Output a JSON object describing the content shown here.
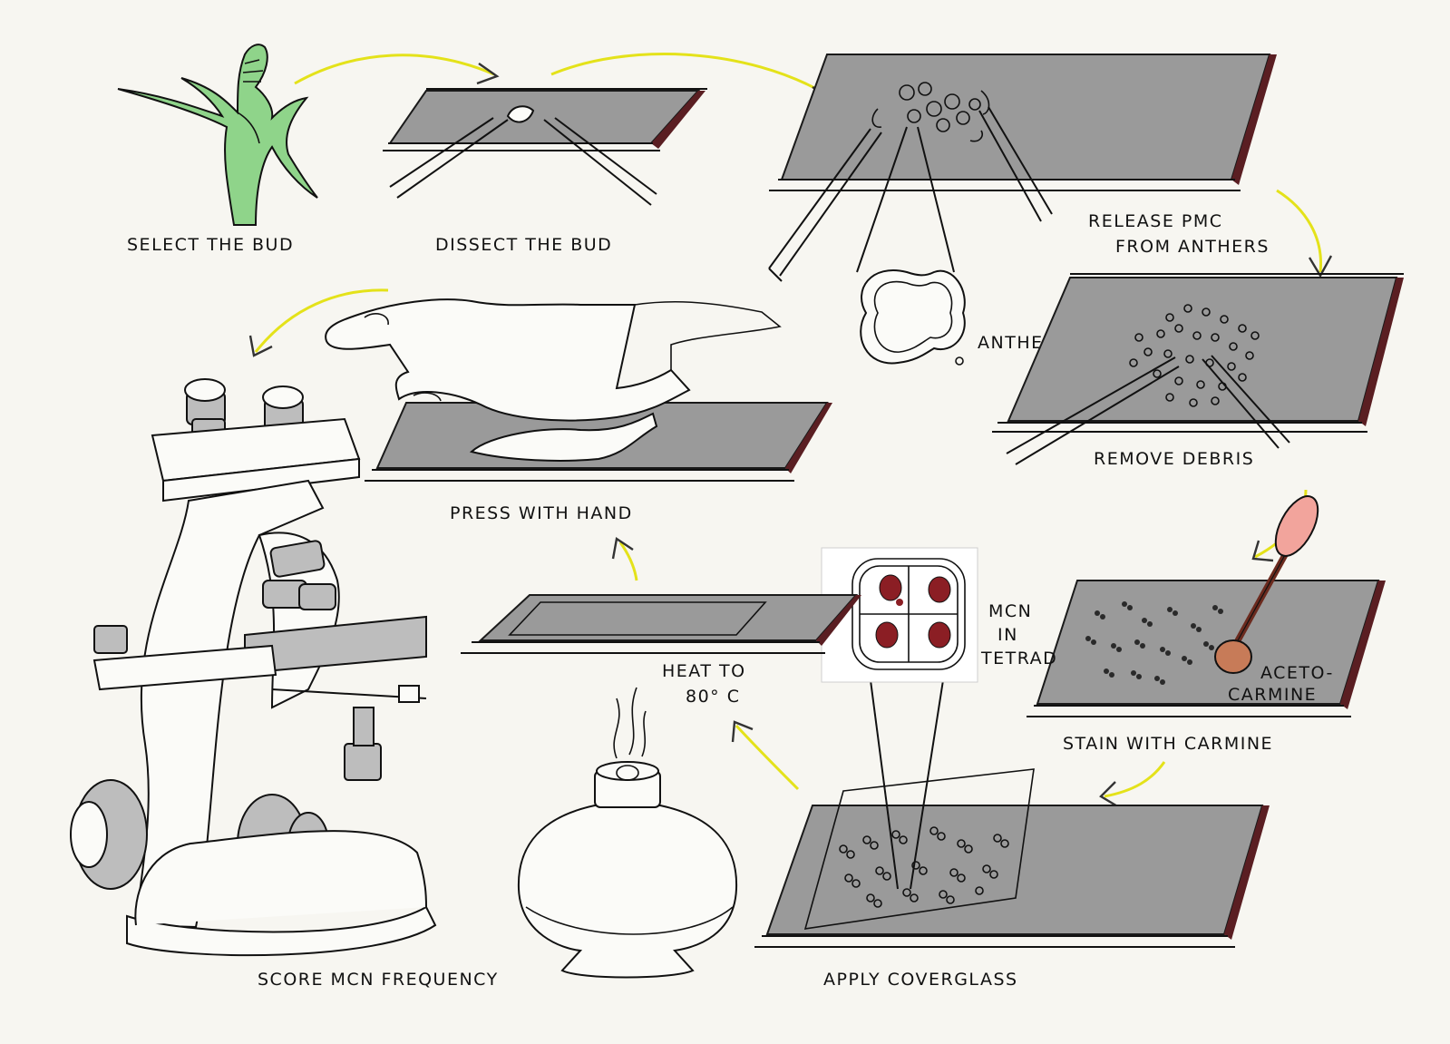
{
  "labels": {
    "select_bud": "SELECT THE BUD",
    "dissect_bud": "DISSECT THE BUD",
    "release_pmc_1": "RELEASE PMC",
    "release_pmc_2": "FROM ANTHERS",
    "anther": "ANTHER",
    "remove_debris": "REMOVE DEBRIS",
    "press_hand": "PRESS WITH HAND",
    "mcn_1": "MCN",
    "mcn_2": "IN",
    "mcn_3": "TETRAD",
    "heat_1": "HEAT TO",
    "heat_2": "80° C",
    "aceto_1": "ACETO-",
    "aceto_2": "CARMINE",
    "stain": "STAIN WITH CARMINE",
    "score": "SCORE MCN FREQUENCY",
    "coverglass": "APPLY COVERGLASS"
  },
  "colors": {
    "background": "#f7f6f1",
    "slide": "#9a9a9a",
    "slide_edge": "#5a1e22",
    "arrow": "#e4e21a",
    "bud_green": "#8fd48a",
    "carmine": "#8b1e24",
    "dropper_bulb": "#f2a49c"
  }
}
